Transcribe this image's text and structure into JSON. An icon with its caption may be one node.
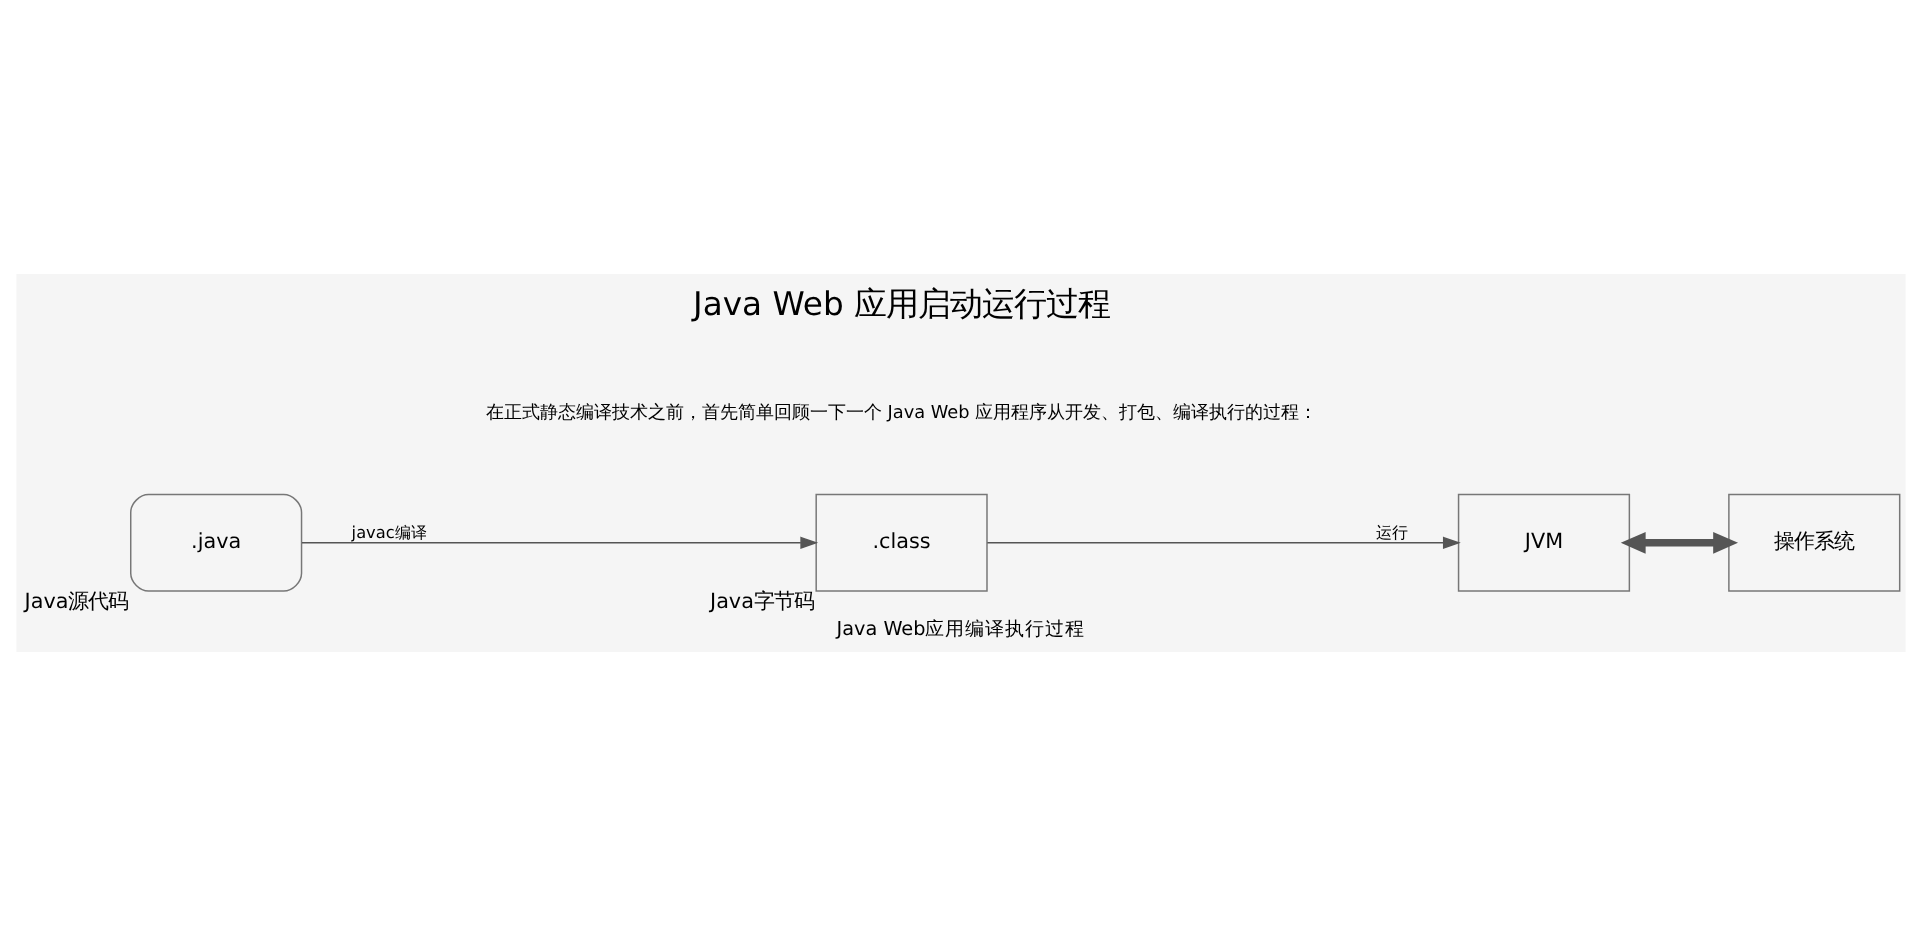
{
  "diagram": {
    "title": "Java Web 应用启动运行过程",
    "caption": "Java Web应用编译执行过程",
    "nodes": [
      {
        "text": [
          ".java"
        ],
        "beside": [
          "Java源代码"
        ]
      },
      {
        "text": [
          ".class"
        ],
        "beside": [
          "Java字节码"
        ]
      },
      {
        "text": [
          "JVM"
        ]
      },
      {
        "text": [
          "操作系统"
        ]
      }
    ],
    "edges": [
      {
        "from": 0,
        "to": 1,
        "arrow": "to",
        "label": "javac编译"
      },
      {
        "from": 1,
        "to": 2,
        "arrow": "to",
        "label": "运行"
      },
      {
        "from": 2,
        "to": 3,
        "arrow": "both",
        "style": "thick"
      }
    ],
    "labels": [
      "在正式静态编译技术之前，首先简单回顾一下一个 Java Web 应用程序从开发、打包、编译执行的过程："
    ]
  }
}
